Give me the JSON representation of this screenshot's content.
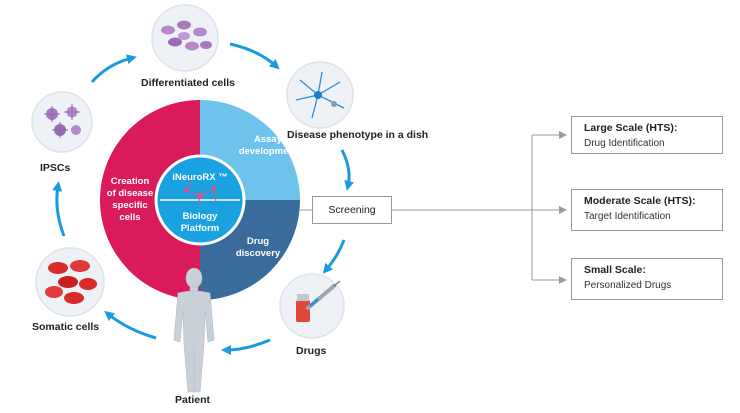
{
  "colors": {
    "magenta": "#d91a5b",
    "light_blue": "#6ec3ec",
    "dark_blue": "#3a6c9b",
    "center_blue": "#1aa1e0",
    "arrow_blue": "#1a9ae0",
    "connector_gray": "#9a9a9a",
    "figure_gray": "#c9d0d7"
  },
  "cycle": {
    "differentiated": "Differentiated cells",
    "phenotype": "Disease phenotype in a dish",
    "drugs": "Drugs",
    "patient": "Patient",
    "somatic": "Somatic cells",
    "ipscs": "IPSCs"
  },
  "wheel": {
    "creation_lines": [
      "Creation",
      "of disease",
      "specific",
      "cells"
    ],
    "assay_lines": [
      "Assay",
      "development"
    ],
    "drug_lines": [
      "Drug",
      "discovery"
    ],
    "center_top": "iNeuroRX ™",
    "center_bottom_lines": [
      "Biology",
      "Platform"
    ]
  },
  "screening": "Screening",
  "outcomes": [
    {
      "title": "Large Scale (HTS):",
      "subtitle": "Drug Identification"
    },
    {
      "title": "Moderate  Scale (HTS):",
      "subtitle": "Target Identification"
    },
    {
      "title": "Small  Scale:",
      "subtitle": "Personalized Drugs"
    }
  ],
  "icons": [
    "differentiated-cells-icon",
    "neuron-icon",
    "syringe-vial-icon",
    "red-blood-cells-icon",
    "ipsc-cells-icon",
    "human-figure-icon",
    "neural-network-icon"
  ]
}
